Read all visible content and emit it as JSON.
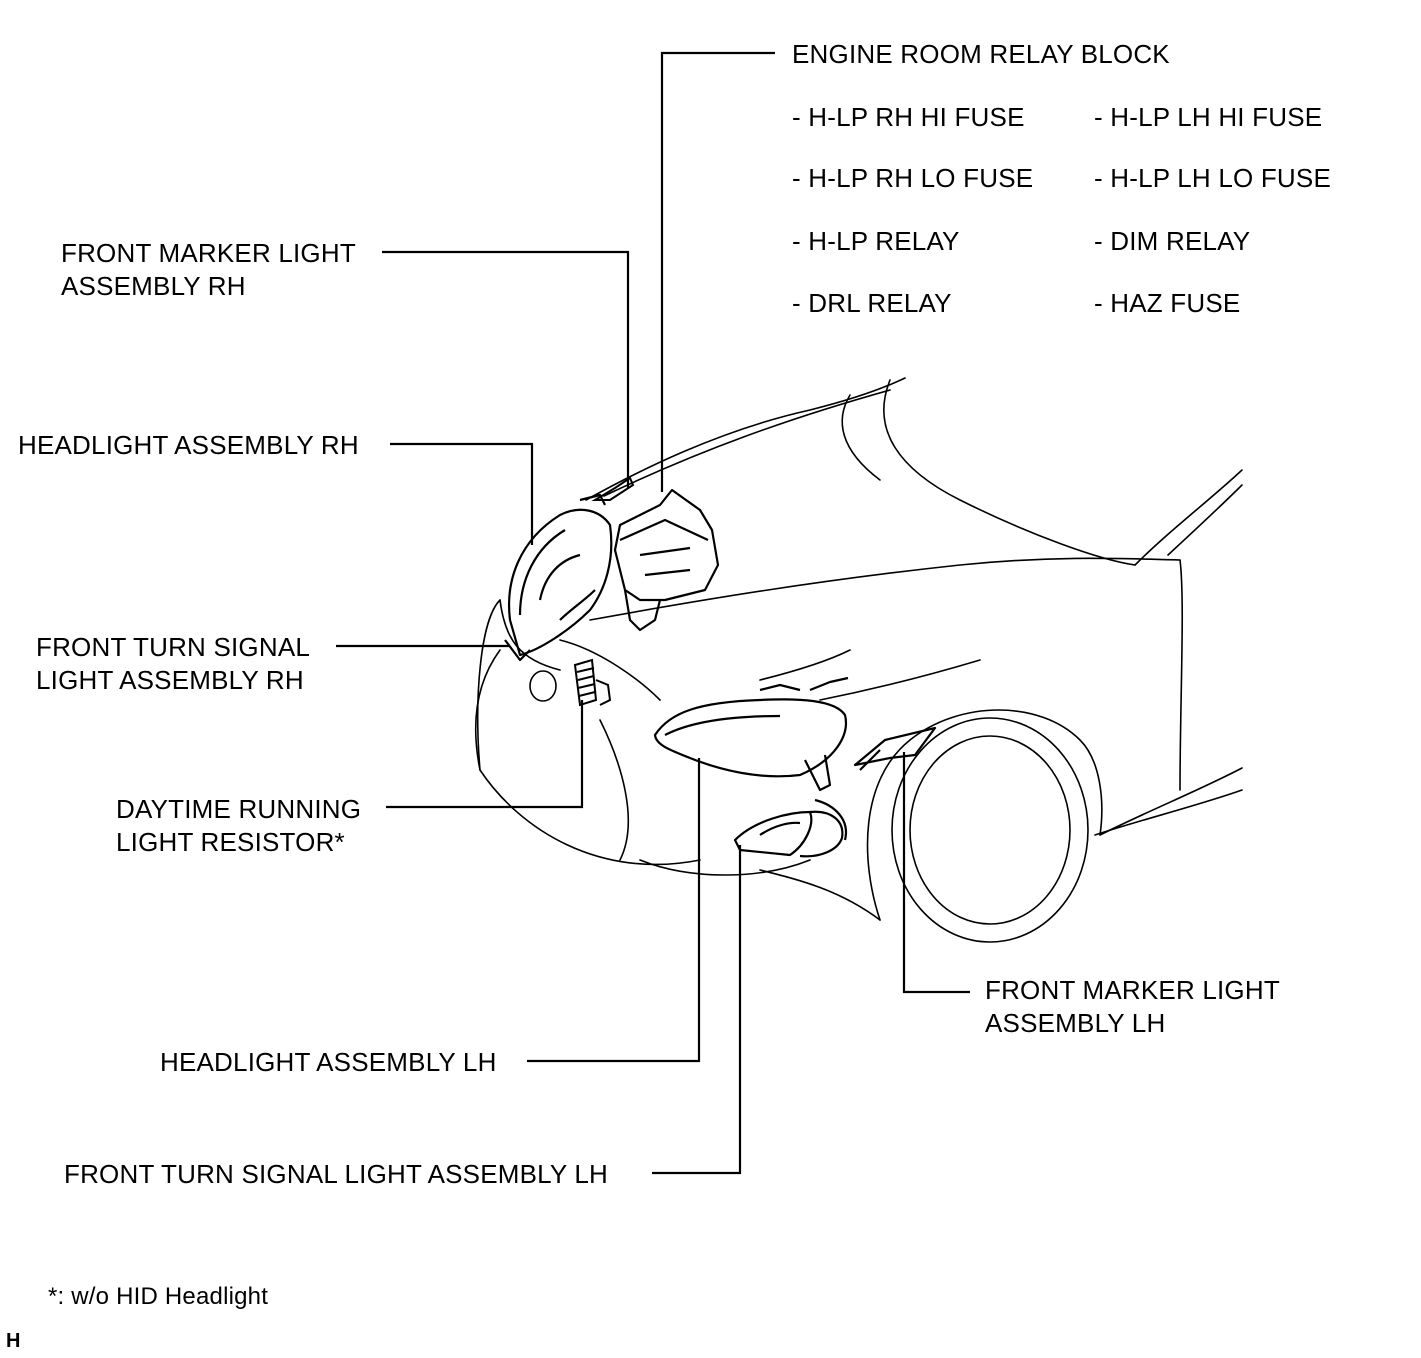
{
  "labels": {
    "engine_room_relay_block": "ENGINE ROOM RELAY BLOCK",
    "front_marker_rh_line1": "FRONT MARKER LIGHT",
    "front_marker_rh_line2": "ASSEMBLY RH",
    "headlight_rh": "HEADLIGHT ASSEMBLY RH",
    "front_turn_rh_line1": "FRONT TURN SIGNAL",
    "front_turn_rh_line2": "LIGHT ASSEMBLY RH",
    "drl_resistor_line1": "DAYTIME RUNNING",
    "drl_resistor_line2": "LIGHT RESISTOR*",
    "headlight_lh": "HEADLIGHT ASSEMBLY LH",
    "front_turn_lh": "FRONT TURN SIGNAL LIGHT ASSEMBLY LH",
    "front_marker_lh_line1": "FRONT MARKER LIGHT",
    "front_marker_lh_line2": "ASSEMBLY LH"
  },
  "relay_block_items": {
    "left": [
      "- H-LP RH HI FUSE",
      "- H-LP RH LO FUSE",
      "- H-LP RELAY",
      "- DRL RELAY"
    ],
    "right": [
      "- H-LP LH HI FUSE",
      "- H-LP LH LO FUSE",
      "- DIM RELAY",
      "- HAZ FUSE"
    ]
  },
  "footnote": "*: w/o HID Headlight",
  "corner_mark": "H"
}
